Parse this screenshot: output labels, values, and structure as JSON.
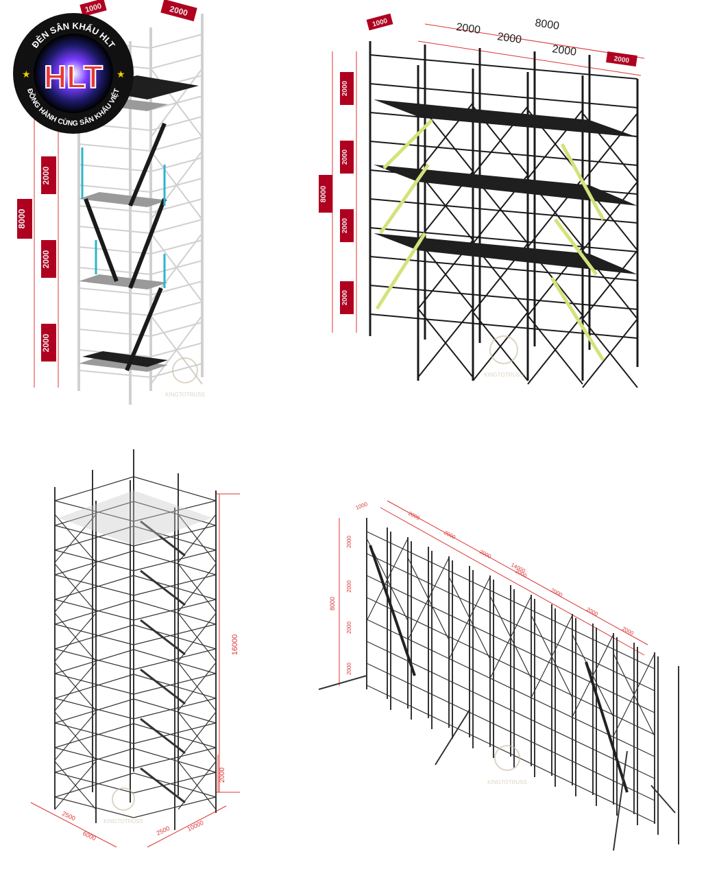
{
  "logo": {
    "top_text": "ĐÈN SÂN KHẤU HLT",
    "bottom_text": "ĐỒNG HÀNH CÙNG SÂN KHẤU VIỆT",
    "initials": "HLT",
    "colors": {
      "ring": "#111111",
      "text": "#ffffff",
      "star": "#f5d000",
      "h": "#e53935",
      "l": "#1e88e5",
      "t": "#e53935"
    }
  },
  "watermark": {
    "text": "KINGTOTRUSS"
  },
  "diagram_1": {
    "dims": {
      "top_left": "1000",
      "top_right": "2000",
      "total": "8000",
      "levels": [
        "2000",
        "2000",
        "2000"
      ]
    },
    "colors": {
      "frame": "#d0d0d0",
      "deck": "#1f1f1f",
      "ladder": "#1a1a1a",
      "rail": "#2bb5c9",
      "dim_box": "#b00020"
    }
  },
  "diagram_2": {
    "dims": {
      "depth": "1000",
      "spans": [
        "2000",
        "2000",
        "2000",
        "2000"
      ],
      "total_width": "8000",
      "total_height": "8000",
      "levels": [
        "2000",
        "2000",
        "2000",
        "2000"
      ]
    },
    "colors": {
      "frame": "#1a1a1a",
      "deck": "#1f1f1f",
      "ladder": "#d6e27a",
      "dim_box": "#b00020",
      "dim_line": "#d33"
    }
  },
  "diagram_3": {
    "dims": {
      "height": "16000",
      "bottom": "2000",
      "base": [
        "2500",
        "6000",
        "2500",
        "10000"
      ]
    },
    "colors": {
      "frame": "#333333",
      "dim_line": "#d33"
    }
  },
  "diagram_4": {
    "dims": {
      "depth": "1000",
      "spans": [
        "2000",
        "2000",
        "2000",
        "2000",
        "2000",
        "2000",
        "2000"
      ],
      "total_width": "14000",
      "total_height": "8000",
      "levels": [
        "2000",
        "2000",
        "2000",
        "2000"
      ]
    },
    "colors": {
      "frame": "#333333",
      "dim_line": "#d33"
    }
  }
}
